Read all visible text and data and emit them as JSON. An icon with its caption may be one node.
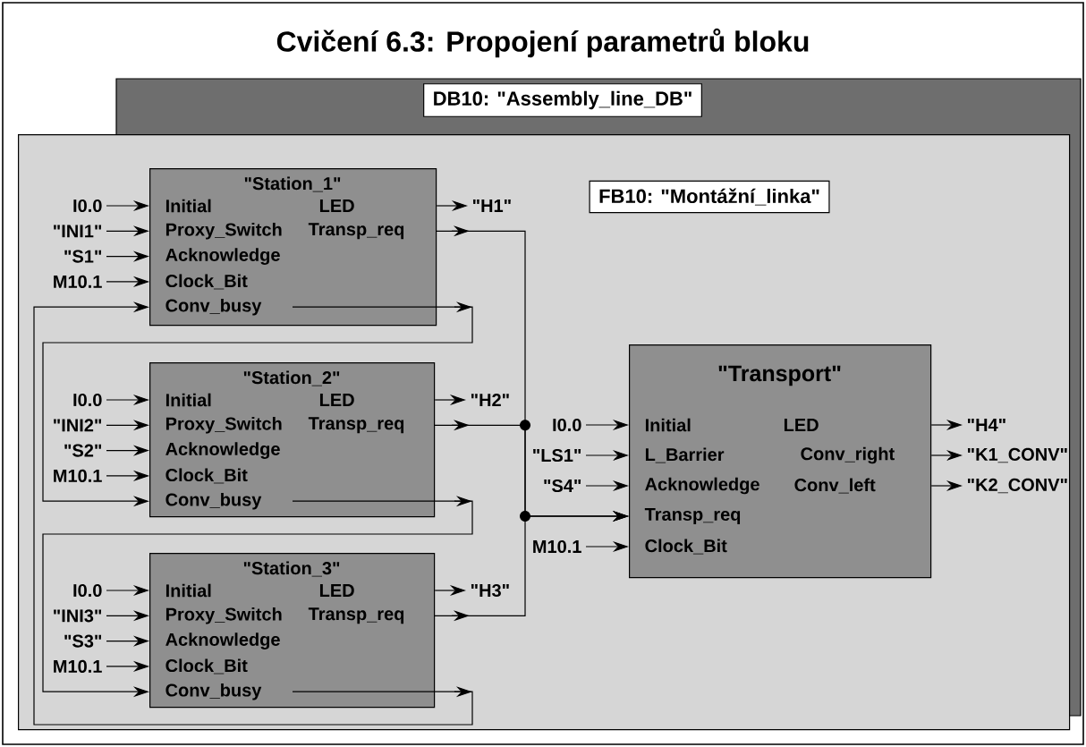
{
  "diagram": {
    "title": "Cvičení 6.3: Propojení parametrů bloku",
    "nodes": [
      {
        "text": [
          "DB10: \"Assembly_line_DB\""
        ]
      },
      {
        "text": [
          "FB10: \"Montážní_linka\""
        ]
      },
      {
        "text": [
          "\"Station_1\"",
          "Initial",
          "Proxy_Switch",
          "Acknowledge",
          "Clock_Bit",
          "Conv_busy",
          "LED",
          "Transp_req"
        ],
        "in": 1
      },
      {
        "text": [
          "\"Station_2\"",
          "Initial",
          "Proxy_Switch",
          "Acknowledge",
          "Clock_Bit",
          "Conv_busy",
          "LED",
          "Transp_req"
        ],
        "in": 1
      },
      {
        "text": [
          "\"Station_3\"",
          "Initial",
          "Proxy_Switch",
          "Acknowledge",
          "Clock_Bit",
          "Conv_busy",
          "LED",
          "Transp_req"
        ],
        "in": 1
      },
      {
        "text": [
          "\"Transport\"",
          "Initial",
          "L_Barrier",
          "Acknowledge",
          "Transp_req",
          "Clock_Bit",
          "LED",
          "Conv_right",
          "Conv_left"
        ],
        "in": 1
      },
      {
        "text": [
          "I0.0"
        ],
        "in": 1
      },
      {
        "text": [
          "\"INI1\""
        ],
        "in": 1
      },
      {
        "text": [
          "\"S1\""
        ],
        "in": 1
      },
      {
        "text": [
          "M10.1"
        ],
        "in": 1
      },
      {
        "text": [
          "\"H1\""
        ],
        "in": 1
      },
      {
        "text": [
          "I0.0"
        ],
        "in": 1
      },
      {
        "text": [
          "\"INI2\""
        ],
        "in": 1
      },
      {
        "text": [
          "\"S2\""
        ],
        "in": 1
      },
      {
        "text": [
          "M10.1"
        ],
        "in": 1
      },
      {
        "text": [
          "\"H2\""
        ],
        "in": 1
      },
      {
        "text": [
          "I0.0"
        ],
        "in": 1
      },
      {
        "text": [
          "\"INI3\""
        ],
        "in": 1
      },
      {
        "text": [
          "\"S3\""
        ],
        "in": 1
      },
      {
        "text": [
          "M10.1"
        ],
        "in": 1
      },
      {
        "text": [
          "\"H3\""
        ],
        "in": 1
      },
      {
        "text": [
          "I0.0"
        ],
        "in": 1
      },
      {
        "text": [
          "\"LS1\""
        ],
        "in": 1
      },
      {
        "text": [
          "\"S4\""
        ],
        "in": 1
      },
      {
        "text": [
          "M10.1"
        ],
        "in": 1
      },
      {
        "text": [
          "\"H4\""
        ],
        "in": 1
      },
      {
        "text": [
          "\"K1_CONV\""
        ],
        "in": 1
      },
      {
        "text": [
          "\"K2_CONV\""
        ],
        "in": 1
      }
    ],
    "edges": [
      {
        "from": 6,
        "to": 2,
        "arrow": "to"
      },
      {
        "from": 7,
        "to": 2,
        "arrow": "to"
      },
      {
        "from": 8,
        "to": 2,
        "arrow": "to"
      },
      {
        "from": 9,
        "to": 2,
        "arrow": "to"
      },
      {
        "from": 2,
        "to": 10,
        "arrow": "to"
      },
      {
        "from": 11,
        "to": 3,
        "arrow": "to"
      },
      {
        "from": 12,
        "to": 3,
        "arrow": "to"
      },
      {
        "from": 13,
        "to": 3,
        "arrow": "to"
      },
      {
        "from": 14,
        "to": 3,
        "arrow": "to"
      },
      {
        "from": 3,
        "to": 15,
        "arrow": "to"
      },
      {
        "from": 16,
        "to": 4,
        "arrow": "to"
      },
      {
        "from": 17,
        "to": 4,
        "arrow": "to"
      },
      {
        "from": 18,
        "to": 4,
        "arrow": "to"
      },
      {
        "from": 19,
        "to": 4,
        "arrow": "to"
      },
      {
        "from": 4,
        "to": 20,
        "arrow": "to"
      },
      {
        "from": 21,
        "to": 5,
        "arrow": "to"
      },
      {
        "from": 22,
        "to": 5,
        "arrow": "to"
      },
      {
        "from": 23,
        "to": 5,
        "arrow": "to"
      },
      {
        "from": 24,
        "to": 5,
        "arrow": "to"
      },
      {
        "from": 5,
        "to": 25,
        "arrow": "to"
      },
      {
        "from": 5,
        "to": 26,
        "arrow": "to"
      },
      {
        "from": 5,
        "to": 27,
        "arrow": "to"
      },
      {
        "from": 2,
        "to": 5,
        "arrow": "to"
      },
      {
        "from": 3,
        "to": 5,
        "arrow": "to"
      },
      {
        "from": 4,
        "to": 5,
        "arrow": "to"
      },
      {
        "from": 2,
        "to": 3,
        "arrow": "to"
      },
      {
        "from": 3,
        "to": 4,
        "arrow": "to"
      },
      {
        "from": 4,
        "to": 2,
        "arrow": "to"
      }
    ]
  }
}
